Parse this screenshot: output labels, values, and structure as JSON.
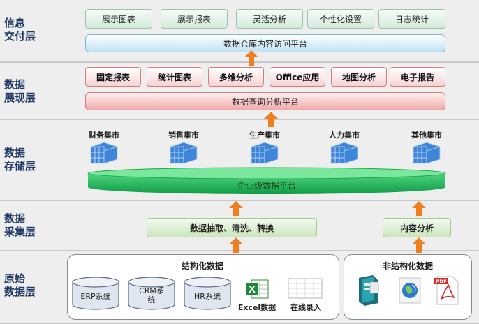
{
  "layers": [
    {
      "lines": [
        "信息",
        "交付层"
      ]
    },
    {
      "lines": [
        "数据",
        "展现层"
      ]
    },
    {
      "lines": [
        "数据",
        "存储层"
      ]
    },
    {
      "lines": [
        "数据",
        "采集层"
      ]
    },
    {
      "lines": [
        "原始",
        "数据层"
      ]
    }
  ],
  "delivery": {
    "items": [
      "展示图表",
      "展示报表",
      "灵活分析",
      "个性化设置",
      "日志统计"
    ],
    "platform": "数据仓库内容访问平台"
  },
  "presentation": {
    "items": [
      "固定报表",
      "统计图表",
      "多维分析",
      "Office应用",
      "地图分析",
      "电子报告"
    ],
    "platform": "数据查询分析平台"
  },
  "storage": {
    "marts": [
      "财务集市",
      "销售集市",
      "生产集市",
      "人力集市",
      "其他集市"
    ],
    "platform": "企业级数据平台"
  },
  "collection": {
    "etl": "数据抽取、清洗、转换",
    "content": "内容分析"
  },
  "raw": {
    "structured_title": "结构化数据",
    "databases": [
      "ERP系统",
      "CRM系统",
      "HR系统"
    ],
    "excel_label": "Excel数据",
    "online_label": "在线录入",
    "unstructured_title": "非结构化数据",
    "unstructured_icons": [
      "book-icon",
      "globe-icon",
      "pdf-icon"
    ]
  },
  "colors": {
    "band": "#eeeeee",
    "arrow": "#f07f22",
    "cube": "#3f86d8",
    "platform_green": "#23c062",
    "label": "#1f3864"
  }
}
